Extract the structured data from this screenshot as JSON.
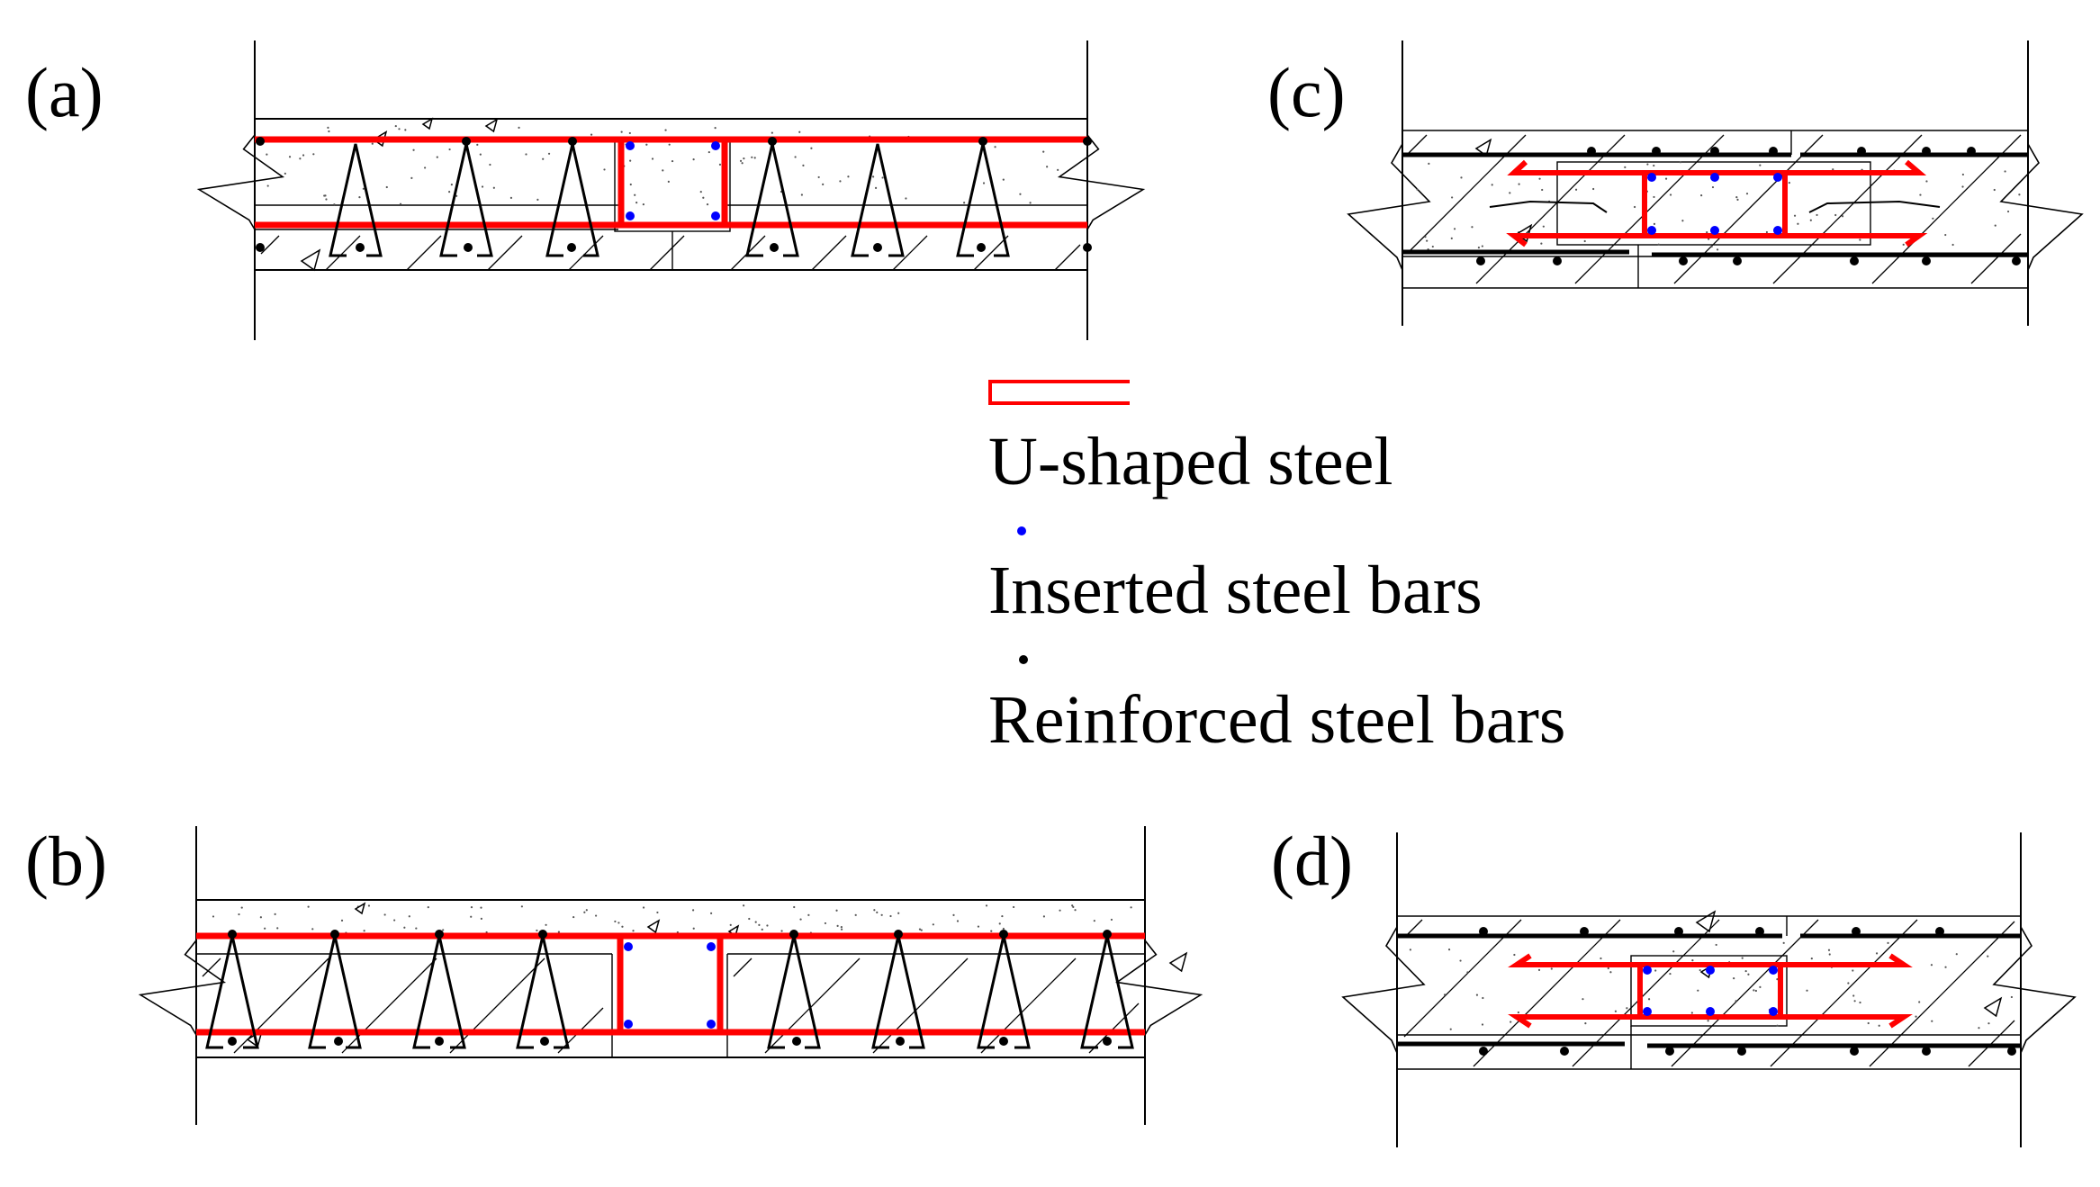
{
  "panels": {
    "a": {
      "label": "(a)"
    },
    "b": {
      "label": "(b)"
    },
    "c": {
      "label": "(c)"
    },
    "d": {
      "label": "(d)"
    }
  },
  "legend": {
    "u_steel": "U-shaped steel",
    "inserted_bars": "Inserted steel bars",
    "reinforced_bars": "Reinforced steel bars"
  },
  "colors": {
    "u_steel": "#ff0000",
    "inserted_bars": "#0000ff",
    "reinforced_bars": "#000000",
    "lines": "#000000"
  }
}
